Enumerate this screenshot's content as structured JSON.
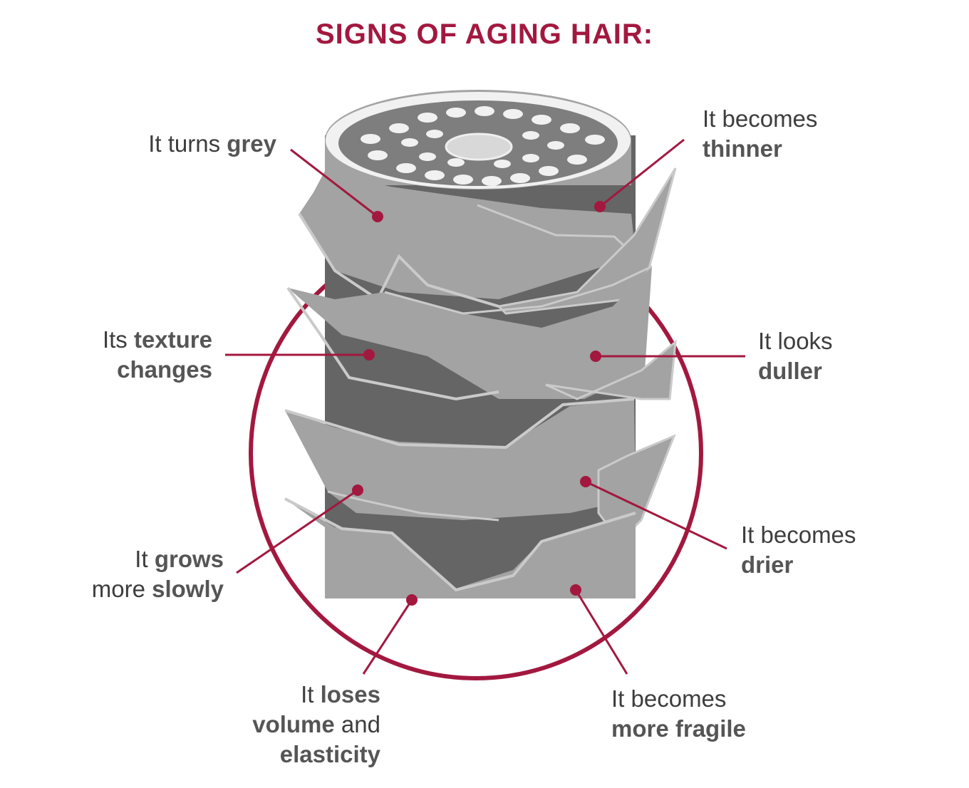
{
  "title": "SIGNS OF AGING HAIR:",
  "colors": {
    "accent": "#a3183f",
    "shaft": "#a2a3a2",
    "shaft_dark": "#646564",
    "edge": "#c9cac9",
    "cross_section_bg": "#7d7e7d",
    "cells": "#f1f1f1"
  },
  "labels": {
    "grey": {
      "a": "It turns ",
      "b": "grey"
    },
    "thinner": {
      "a": "It becomes",
      "b": "thinner"
    },
    "texture": {
      "a": "Its ",
      "b": "texture",
      "c": "changes"
    },
    "duller": {
      "a": "It looks",
      "b": "duller"
    },
    "slowly": {
      "a": "It ",
      "b": "grows",
      "c": "more ",
      "d": "slowly"
    },
    "drier": {
      "a": "It becomes",
      "b": "drier"
    },
    "volume": {
      "a": "It ",
      "b": "loses",
      "c": "volume",
      "d": " and",
      "e": "elasticity"
    },
    "fragile": {
      "a": "It becomes",
      "b": "more fragile"
    }
  }
}
